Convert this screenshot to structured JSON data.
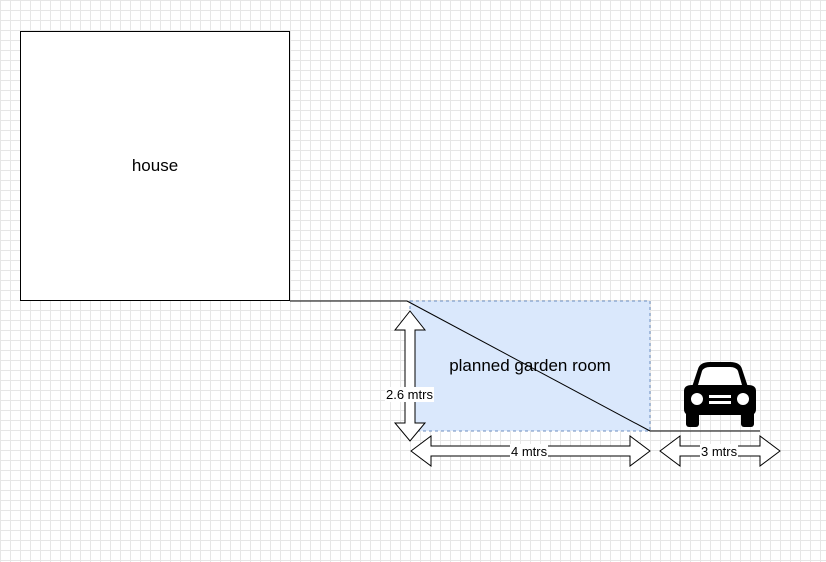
{
  "house": {
    "label": "house"
  },
  "garden_room": {
    "label": "planned garden room",
    "fill": "#dae8fc",
    "stroke": "#6c8ebf"
  },
  "dimensions": {
    "height": "2.6 mtrs",
    "room_width": "4 mtrs",
    "parking_width": "3 mtrs"
  },
  "icons": {
    "vehicle": "car-icon"
  }
}
